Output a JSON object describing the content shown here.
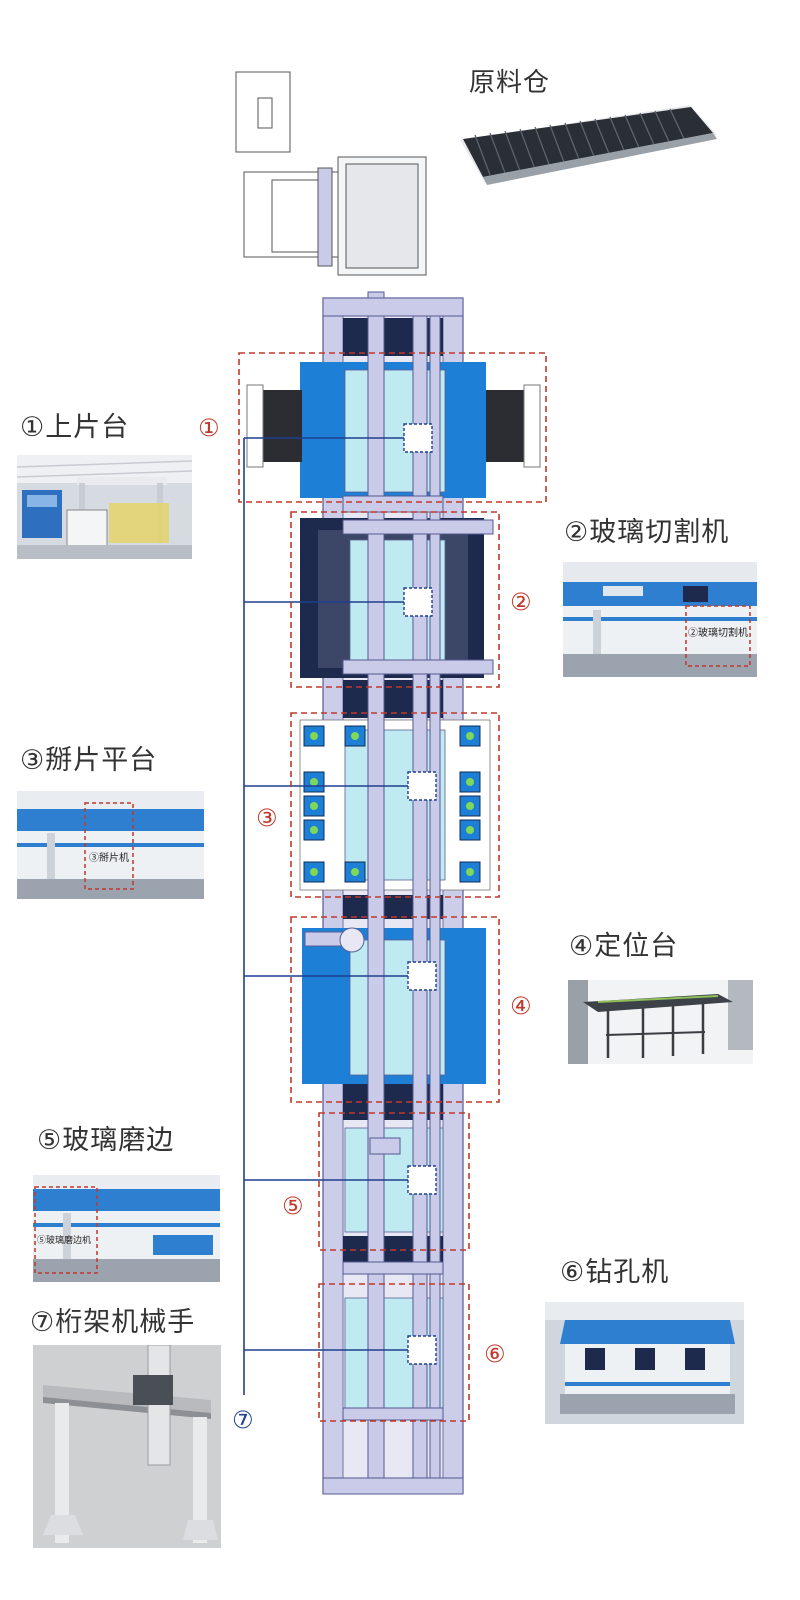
{
  "raw_material_bin": {
    "label": "原料仓"
  },
  "stations": [
    {
      "id": 1,
      "marker": "①",
      "label": "①上片台"
    },
    {
      "id": 2,
      "marker": "②",
      "label": "②玻璃切割机",
      "photo_caption": "②玻璃切割机"
    },
    {
      "id": 3,
      "marker": "③",
      "label": "③掰片平台",
      "photo_caption": "③掰片机"
    },
    {
      "id": 4,
      "marker": "④",
      "label": "④定位台"
    },
    {
      "id": 5,
      "marker": "⑤",
      "label": "⑤玻璃磨边",
      "photo_caption": "⑤玻璃磨边机"
    },
    {
      "id": 6,
      "marker": "⑥",
      "label": "⑥钻孔机"
    },
    {
      "id": 7,
      "marker": "⑦",
      "label": "⑦桁架机械手"
    }
  ],
  "colors": {
    "frame": "#c9cbe8",
    "frame_stroke": "#5b5f93",
    "blue_panel": "#1d7fd6",
    "navy": "#1d2a4d",
    "glass": "#bfeaf2",
    "dashed_red": "#c0392b",
    "connector": "#1f3f8f"
  }
}
